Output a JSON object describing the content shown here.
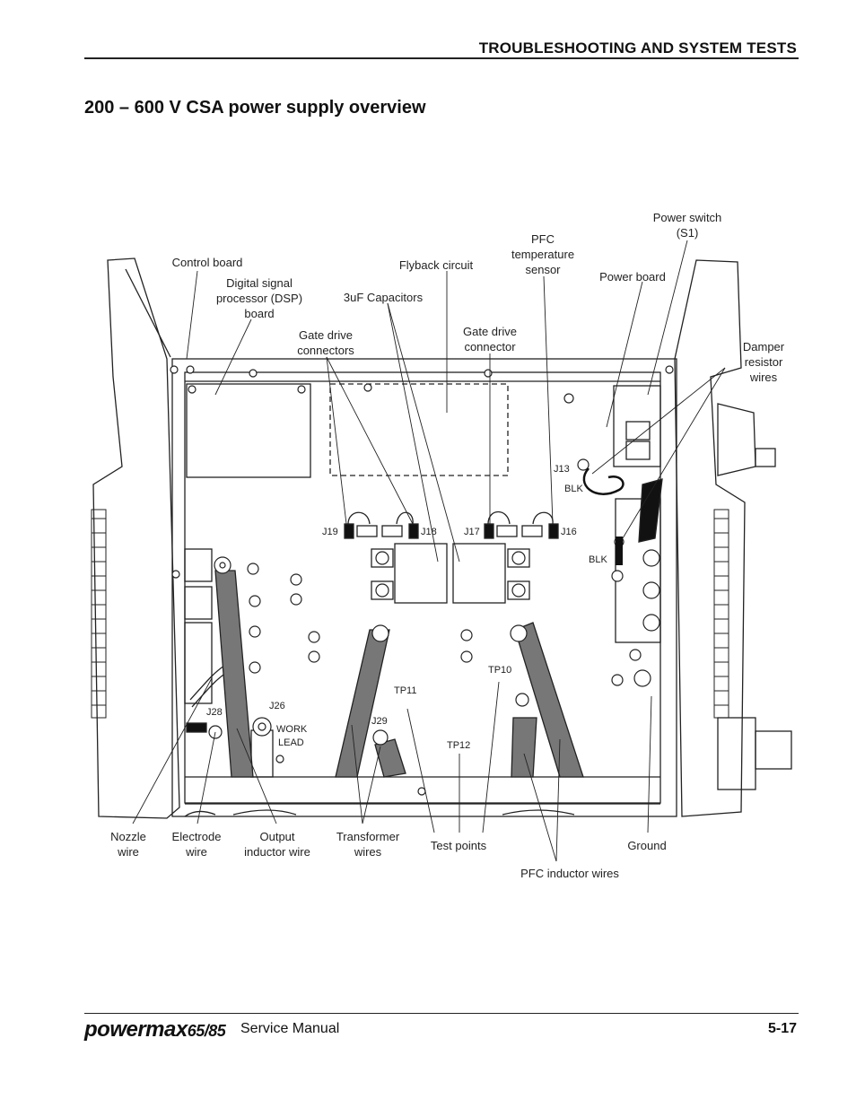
{
  "header": {
    "section": "TROUBLESHOOTING AND SYSTEM TESTS"
  },
  "title": "200 – 600 V CSA power supply overview",
  "callouts": {
    "control_board": "Control board",
    "dsp_line1": "Digital signal",
    "dsp_line2": "processor (DSP)",
    "dsp_line3": "board",
    "gate_drive_connectors_1": "Gate drive",
    "gate_drive_connectors_2": "connectors",
    "capacitors": "3uF Capacitors",
    "flyback": "Flyback circuit",
    "gate_drive_connector_1": "Gate drive",
    "gate_drive_connector_2": "connector",
    "pfc_sensor_1": "PFC",
    "pfc_sensor_2": "temperature",
    "pfc_sensor_3": "sensor",
    "power_board": "Power board",
    "power_switch_1": "Power switch",
    "power_switch_2": "(S1)",
    "damper_1": "Damper",
    "damper_2": "resistor",
    "damper_3": "wires",
    "nozzle_1": "Nozzle",
    "nozzle_2": "wire",
    "electrode_1": "Electrode",
    "electrode_2": "wire",
    "output_inductor_1": "Output",
    "output_inductor_2": "inductor wire",
    "transformer_1": "Transformer",
    "transformer_2": "wires",
    "test_points": "Test points",
    "pfc_inductor": "PFC inductor wires",
    "ground": "Ground"
  },
  "board_labels": {
    "j19": "J19",
    "j18": "J18",
    "j17": "J17",
    "j16": "J16",
    "j13": "J13",
    "blk1": "BLK",
    "blk2": "BLK",
    "j26": "J26",
    "j28": "J28",
    "j29": "J29",
    "work_1": "WORK",
    "work_2": "LEAD",
    "tp10": "TP10",
    "tp11": "TP11",
    "tp12": "TP12"
  },
  "footer": {
    "brand": "powermax",
    "model": "65/85",
    "manual": "Service Manual",
    "page": "5-17"
  }
}
